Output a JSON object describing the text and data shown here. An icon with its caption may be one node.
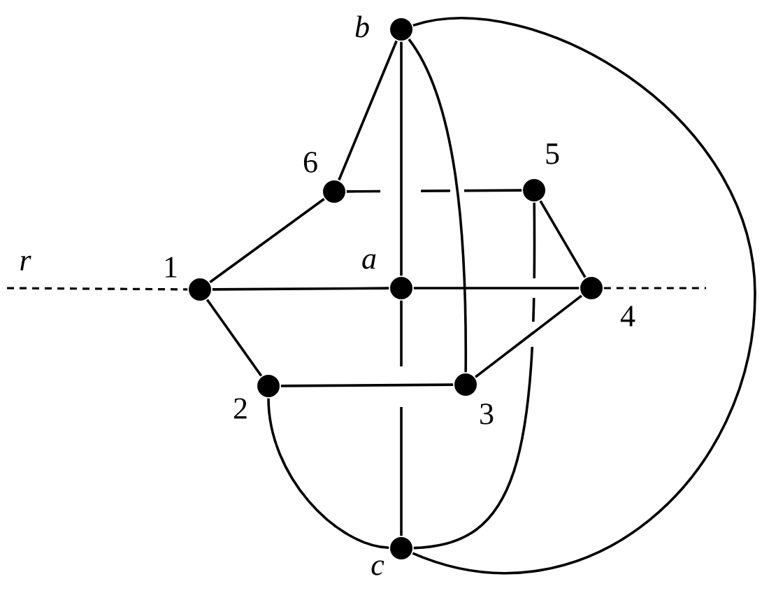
{
  "diagram": {
    "nodes": [
      {
        "text": [
          "b"
        ]
      },
      {
        "text": [
          "6"
        ]
      },
      {
        "text": [
          "5"
        ]
      },
      {
        "text": [
          "1"
        ]
      },
      {
        "text": [
          "a"
        ]
      },
      {
        "text": [
          "4"
        ]
      },
      {
        "text": [
          "2"
        ]
      },
      {
        "text": [
          "3"
        ]
      },
      {
        "text": [
          "c"
        ]
      }
    ],
    "edges": [
      {
        "from": 0,
        "to": 1,
        "arrow": "none"
      },
      {
        "from": 1,
        "to": 3,
        "arrow": "none"
      },
      {
        "from": 3,
        "to": 4,
        "arrow": "none"
      },
      {
        "from": 4,
        "to": 5,
        "arrow": "none"
      },
      {
        "from": 3,
        "to": 6,
        "arrow": "none"
      },
      {
        "from": 6,
        "to": 7,
        "arrow": "none"
      },
      {
        "from": 7,
        "to": 5,
        "arrow": "none"
      },
      {
        "from": 2,
        "to": 5,
        "arrow": "none"
      },
      {
        "from": 1,
        "to": 2,
        "arrow": "none"
      },
      {
        "from": 0,
        "to": 4,
        "arrow": "none"
      },
      {
        "from": 4,
        "to": 8,
        "arrow": "none"
      },
      {
        "from": 0,
        "to": 7,
        "arrow": "none"
      },
      {
        "from": 2,
        "to": 8,
        "arrow": "none"
      },
      {
        "from": 6,
        "to": 8,
        "arrow": "none"
      },
      {
        "from": 0,
        "to": 8,
        "arrow": "none"
      },
      {
        "from": null,
        "to": 3,
        "arrow": "none",
        "style": "dashed"
      },
      {
        "from": 5,
        "to": null,
        "arrow": "none",
        "style": "dashed"
      }
    ],
    "labels": [
      "r"
    ]
  }
}
